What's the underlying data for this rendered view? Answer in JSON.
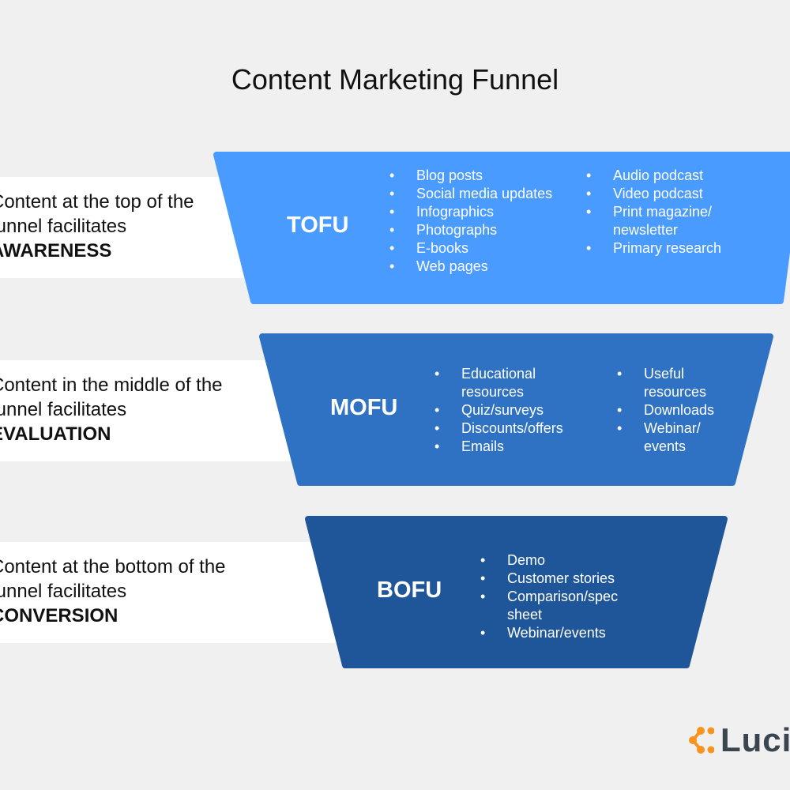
{
  "title": "Content Marketing Funnel",
  "stages": [
    {
      "name": "TOFU",
      "color": "#4a9bff",
      "desc": {
        "line1": "Content at the top of the",
        "line2": "funnel facilitates",
        "emphasis": "AWARENESS"
      },
      "col1": [
        "Blog posts",
        "Social media updates",
        "Infographics",
        "Photographs",
        "E-books",
        "Web pages"
      ],
      "col2": [
        "Audio podcast",
        "Video podcast",
        "Print magazine/ newsletter",
        "Primary research"
      ]
    },
    {
      "name": "MOFU",
      "color": "#2f72c4",
      "desc": {
        "line1": "Content in the middle of the",
        "line2": "funnel facilitates",
        "emphasis": "EVALUATION"
      },
      "col1": [
        "Educational resources",
        "Quiz/surveys",
        "Discounts/offers",
        "Emails"
      ],
      "col2": [
        "Useful resources",
        "Downloads",
        "Webinar/ events"
      ]
    },
    {
      "name": "BOFU",
      "color": "#1f5699",
      "desc": {
        "line1": "Content at the bottom of the",
        "line2": "funnel facilitates",
        "emphasis": "CONVERSION"
      },
      "col1": [
        "Demo",
        "Customer stories",
        "Comparison/spec sheet",
        "Webinar/events"
      ],
      "col2": []
    }
  ],
  "logo": {
    "text": "Lucid",
    "icon_color": "#f7931e"
  }
}
